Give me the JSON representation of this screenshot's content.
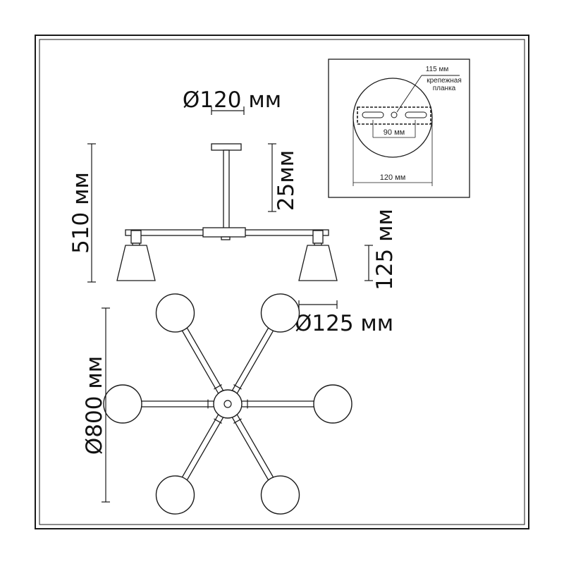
{
  "colors": {
    "stroke": "#1a1a1a",
    "background": "#ffffff"
  },
  "labels": {
    "canopy_diameter": "Ø120 мм",
    "rod_25": "25мм",
    "height_total": "510 мм",
    "shade_height": "125 мм",
    "shade_diameter": "Ø125 мм",
    "overall_diameter": "Ø800 мм"
  },
  "inset": {
    "plate_length": "115 мм",
    "plate_name_line1": "крепежная",
    "plate_name_line2": "планка",
    "hole_spacing": "90 мм",
    "canopy_width": "120 мм"
  },
  "plan_view": {
    "arm_count": 6,
    "arm_angles_deg": [
      0,
      60,
      120,
      180,
      240,
      300
    ]
  }
}
